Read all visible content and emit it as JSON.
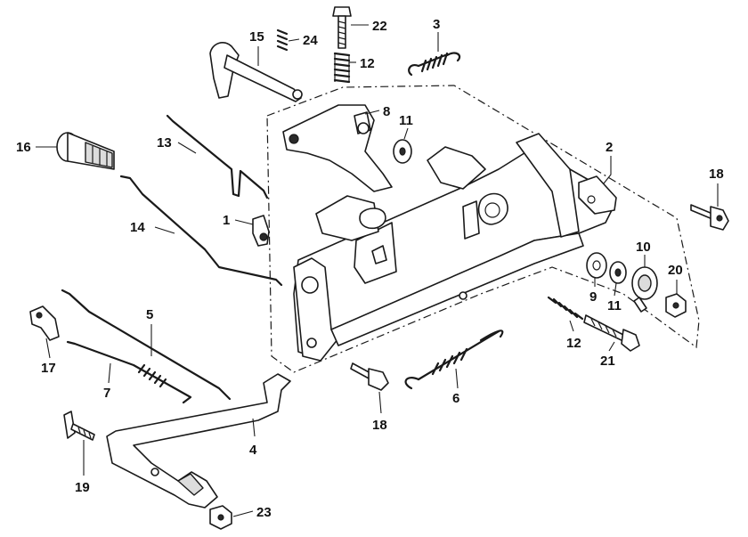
{
  "diagram": {
    "callouts": [
      {
        "id": "c1",
        "text": "1"
      },
      {
        "id": "c2",
        "text": "2"
      },
      {
        "id": "c3",
        "text": "3"
      },
      {
        "id": "c4",
        "text": "4"
      },
      {
        "id": "c5",
        "text": "5"
      },
      {
        "id": "c6",
        "text": "6"
      },
      {
        "id": "c7",
        "text": "7"
      },
      {
        "id": "c8",
        "text": "8"
      },
      {
        "id": "c9",
        "text": "9"
      },
      {
        "id": "c10",
        "text": "10"
      },
      {
        "id": "c11a",
        "text": "11"
      },
      {
        "id": "c11b",
        "text": "11"
      },
      {
        "id": "c12a",
        "text": "12"
      },
      {
        "id": "c12b",
        "text": "12"
      },
      {
        "id": "c13",
        "text": "13"
      },
      {
        "id": "c14",
        "text": "14"
      },
      {
        "id": "c15",
        "text": "15"
      },
      {
        "id": "c16",
        "text": "16"
      },
      {
        "id": "c17",
        "text": "17"
      },
      {
        "id": "c18a",
        "text": "18"
      },
      {
        "id": "c18b",
        "text": "18"
      },
      {
        "id": "c19",
        "text": "19"
      },
      {
        "id": "c20",
        "text": "20"
      },
      {
        "id": "c21",
        "text": "21"
      },
      {
        "id": "c22",
        "text": "22"
      },
      {
        "id": "c23",
        "text": "23"
      },
      {
        "id": "c24",
        "text": "24"
      }
    ]
  }
}
